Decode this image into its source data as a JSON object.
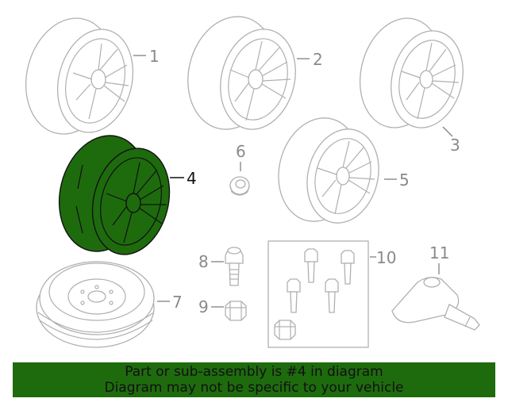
{
  "diagram": {
    "callouts": [
      "1",
      "2",
      "3",
      "4",
      "5",
      "6",
      "7",
      "8",
      "9",
      "10",
      "11"
    ],
    "highlighted_part": "4"
  },
  "banner": {
    "line1": "Part or sub-assembly is #4 in diagram",
    "line2": "Diagram may not be specific to your vehicle"
  },
  "colors": {
    "highlight_fill": "#1e6b0e",
    "banner_background": "#1e6b0e",
    "part_outline": "#b0b0b0",
    "callout_text": "#8a8a8a"
  }
}
